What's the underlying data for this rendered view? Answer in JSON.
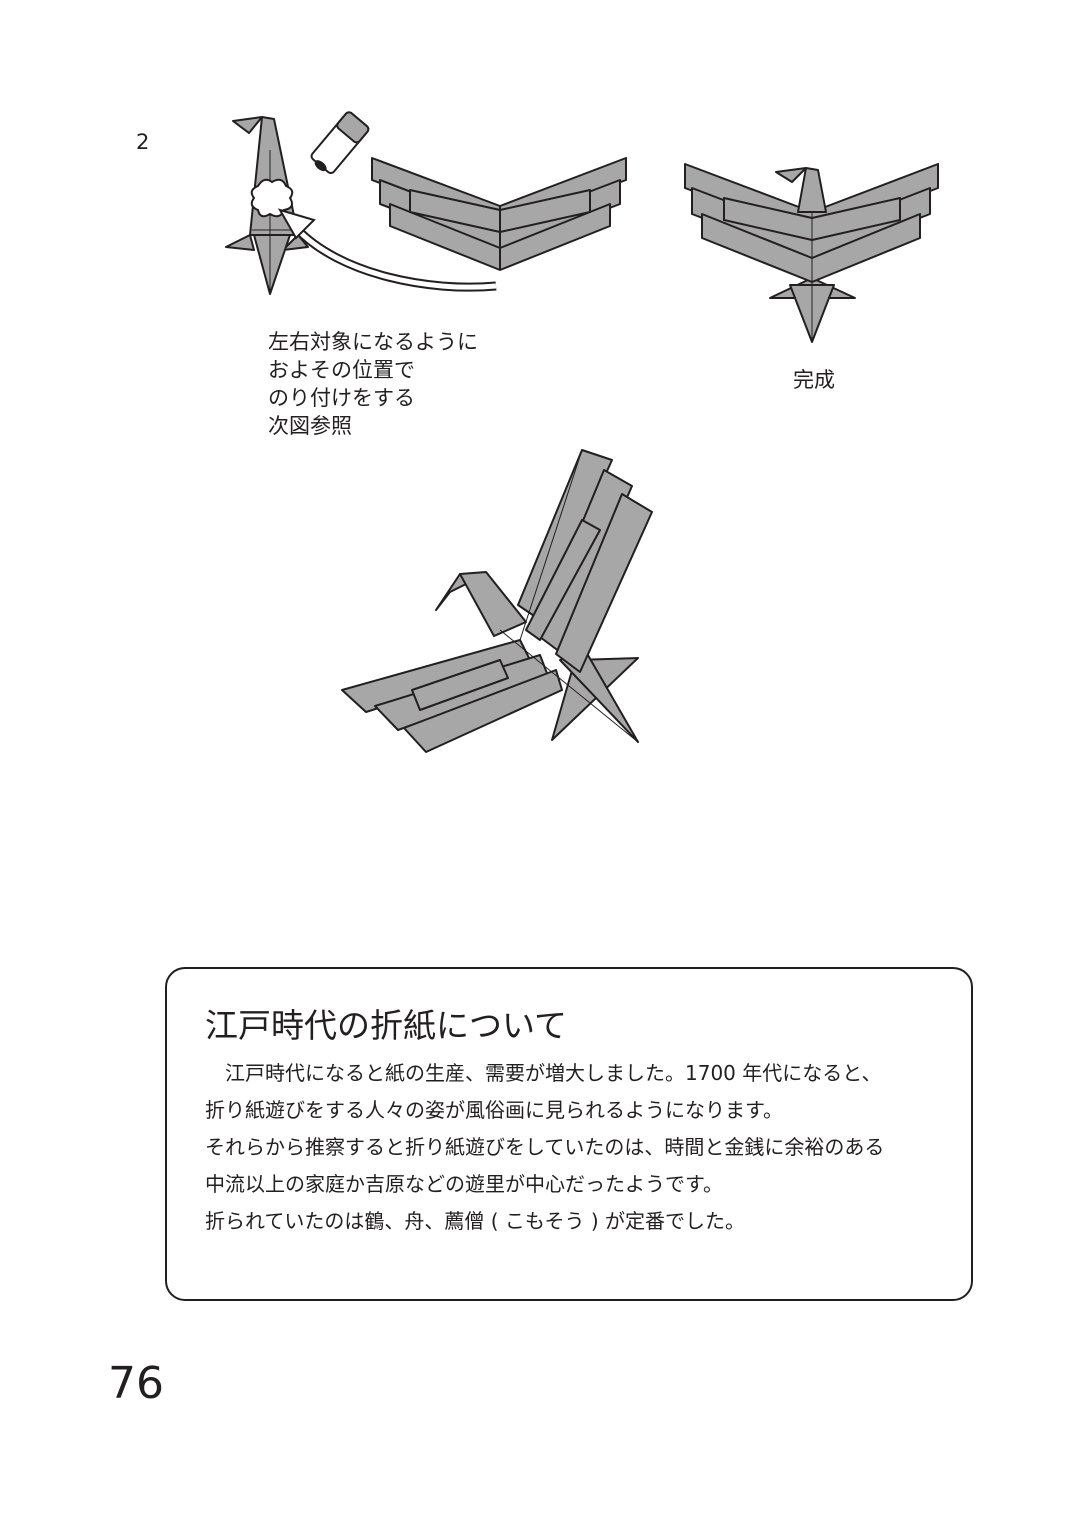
{
  "step_number": "2",
  "instruction_lines": [
    "左右対象になるように",
    "およその位置で",
    "のり付けをする",
    "次図参照"
  ],
  "completed_label": "完成",
  "info_box": {
    "title": "江戸時代の折紙について",
    "paragraph_lines": [
      "　江戸時代になると紙の生産、需要が増大しました。1700 年代になると、",
      "折り紙遊びをする人々の姿が風俗画に見られるようになります。",
      "それらから推察すると折り紙遊びをしていたのは、時間と金銭に余裕のある",
      "中流以上の家庭か吉原などの遊里が中心だったようです。",
      "折られていたのは鶴、舟、薦僧 ( こもそう ) が定番でした。"
    ]
  },
  "page_number": "76",
  "colors": {
    "paper_fill": "#a7a7a7",
    "outline": "#231f20"
  }
}
